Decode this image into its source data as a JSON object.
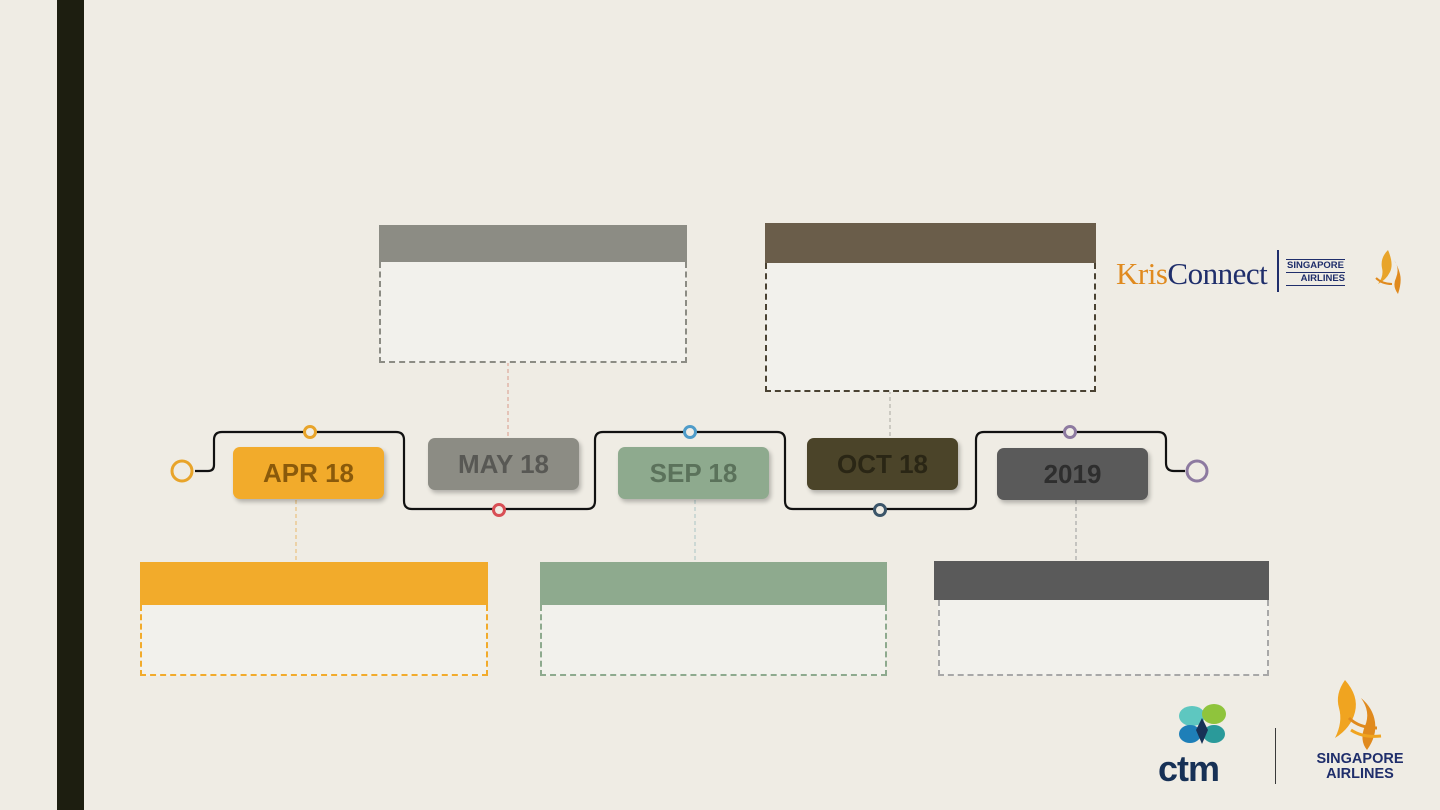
{
  "milestones": [
    {
      "label": "APR 18",
      "color": "#f2ab2b",
      "text_color": "#8a5a0b",
      "dot_color": "#e8a42a"
    },
    {
      "label": "MAY 18",
      "color": "#8c8c84",
      "text_color": "#585854",
      "dot_color": "#d84f55"
    },
    {
      "label": "SEP 18",
      "color": "#8eaa8e",
      "text_color": "#5b725b",
      "dot_color": "#4f9cc9"
    },
    {
      "label": "OCT 18",
      "color": "#4b4429",
      "text_color": "#2a2615",
      "dot_color": "#3c566a"
    },
    {
      "label": "2019",
      "color": "#5a5a5a",
      "text_color": "#2e2e2e",
      "dot_color": "#8d7aa0"
    }
  ],
  "callout_colors": {
    "apr": "#f2ab2b",
    "may": "#8c8c84",
    "sep": "#8eaa8e",
    "oct": "#6a5d4a",
    "y2019": "#5a5a5a"
  },
  "colors": {
    "background": "#efece4",
    "sidebar": "#1d1e10",
    "line": "#111111"
  },
  "logos": {
    "kris_part1": "Kris",
    "kris_part2": "Connect",
    "sia_line1": "SINGAPORE",
    "sia_line2": "AIRLINES",
    "ctm": "ctm",
    "sia_bottom_line1": "SINGAPORE",
    "sia_bottom_line2": "AIRLINES"
  }
}
